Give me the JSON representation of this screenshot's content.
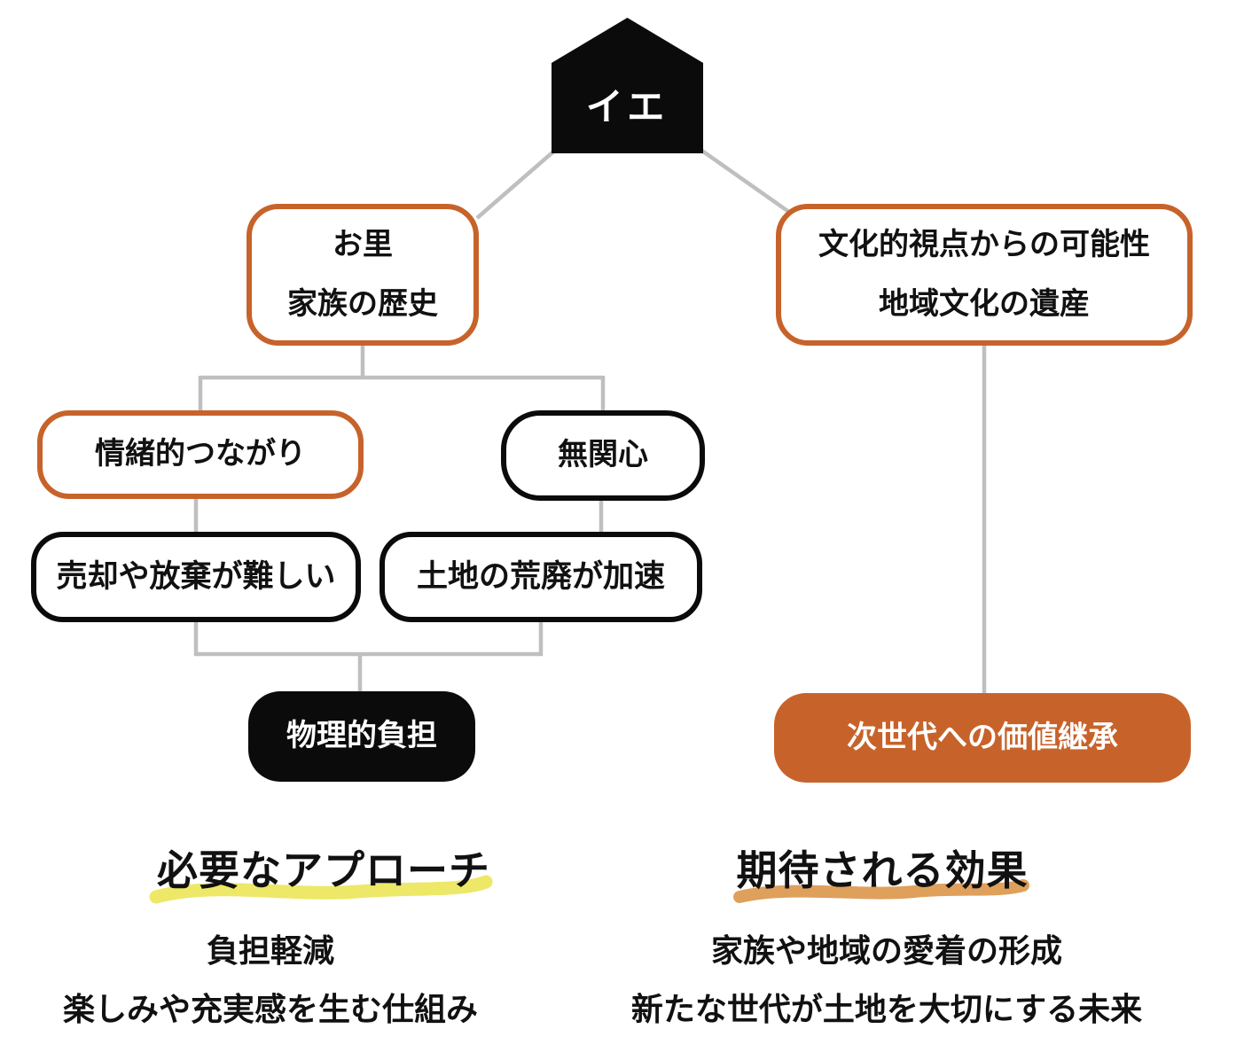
{
  "diagram": {
    "root": {
      "label": "イエ"
    },
    "branch_left": {
      "parent": {
        "line1": "お里",
        "line2": "家族の歴史"
      },
      "emotional": "情緒的つながり",
      "indifference": "無関心",
      "hard_to_sell": "売却や放棄が難しい",
      "land_decay": "土地の荒廃が加速",
      "physical_burden": "物理的負担"
    },
    "branch_right": {
      "parent": {
        "line1": "文化的視点からの可能性",
        "line2": "地域文化の遺産"
      },
      "value_succession": "次世代への価値継承"
    },
    "footer_left": {
      "heading": "必要なアプローチ",
      "line1": "負担軽減",
      "line2": "楽しみや充実感を生む仕組み"
    },
    "footer_right": {
      "heading": "期待される効果",
      "line1": "家族や地域の愛着の形成",
      "line2": "新たな世代が土地を大切にする未来"
    },
    "colors": {
      "accent_orange": "#C7632A",
      "node_black": "#0B0B0B",
      "connector_gray": "#BFBFBF",
      "highlight_yellow": "#EDE867",
      "highlight_tan": "#DFA05C"
    }
  }
}
